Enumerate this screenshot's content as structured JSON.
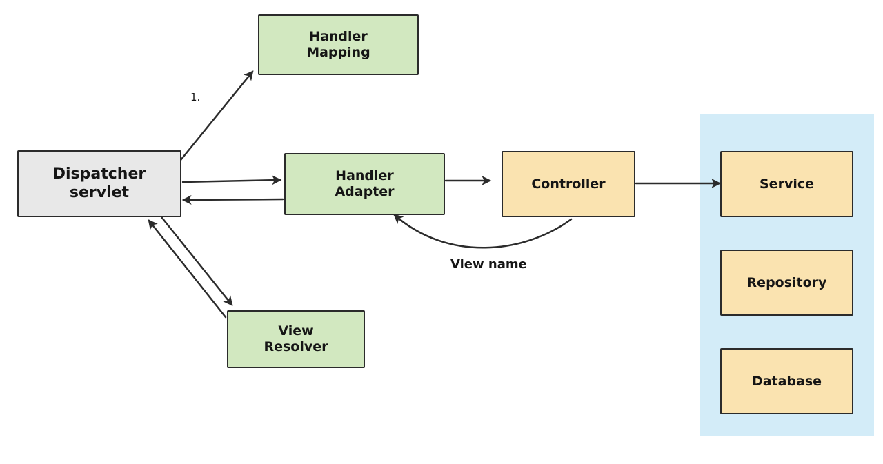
{
  "boxes": {
    "dispatcher": "Dispatcher\nservlet",
    "handler_mapping": "Handler\nMapping",
    "handler_adapter": "Handler\nAdapter",
    "view_resolver": "View\nResolver",
    "controller": "Controller",
    "service": "Service",
    "repository": "Repository",
    "database": "Database"
  },
  "labels": {
    "step_one": "1.",
    "view_name": "View name"
  },
  "colors": {
    "spring_component": "#d2e8c0",
    "dispatcher": "#e8e8e8",
    "app_component": "#fae3b0",
    "service_layer": "#d3ecf8",
    "stroke": "#2b2b2b"
  }
}
